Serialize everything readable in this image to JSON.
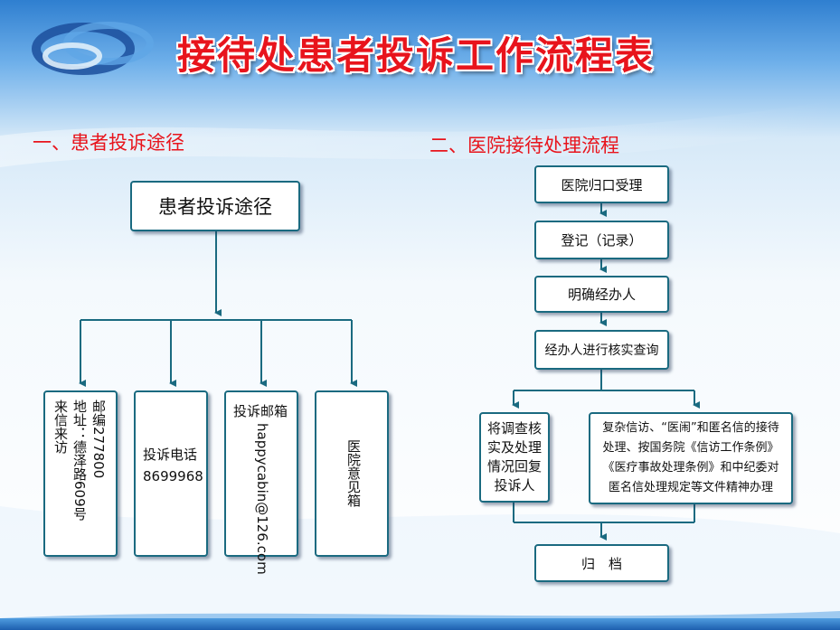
{
  "title": "接待处患者投诉工作流程表",
  "section1": "一、患者投诉途径",
  "section2": "二、医院接待处理流程",
  "left": {
    "root": "患者投诉途径",
    "visit": {
      "line1": "来信来访",
      "line2": "地址：德泽路609号",
      "line3": "邮编277800"
    },
    "phone": {
      "label": "投诉电话",
      "number": "8699968"
    },
    "email": {
      "label": "投诉邮箱",
      "address": "happycabin@126.com"
    },
    "box": "医院意见箱"
  },
  "right": {
    "step1": "医院归口受理",
    "step2": "登记（记录）",
    "step3": "明确经办人",
    "step4": "经办人进行核实查询",
    "branch_left": [
      "将调查核",
      "实及处理",
      "情况回复",
      "投诉人"
    ],
    "branch_right": [
      "复杂信访、“医闹”和匿名信的接待",
      "处理、按国务院《信访工作条例》",
      "《医疗事故处理条例》和中纪委对",
      "匿名信处理规定等文件精神办理"
    ],
    "archive": "归　档"
  },
  "colors": {
    "title": "#e8141c",
    "connector": "#1a6a80",
    "box_border": "#1a6a80"
  }
}
